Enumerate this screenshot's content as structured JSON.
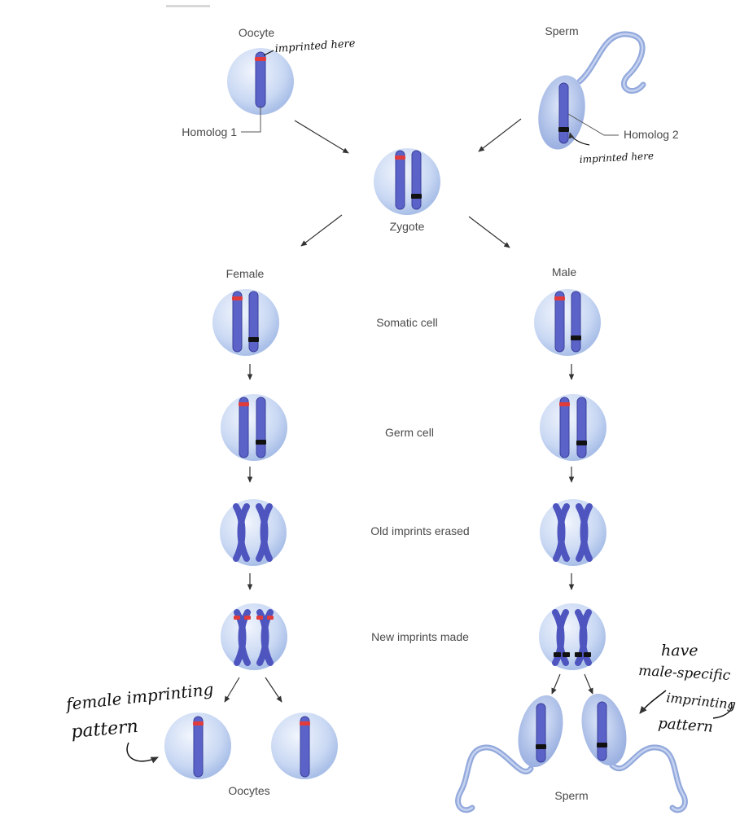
{
  "labels": {
    "oocyte_top": "Oocyte",
    "sperm_top": "Sperm",
    "homolog1": "Homolog 1",
    "homolog2": "Homolog 2",
    "zygote": "Zygote",
    "female": "Female",
    "male": "Male",
    "somatic_cell": "Somatic cell",
    "germ_cell": "Germ cell",
    "old_imprints_erased": "Old imprints erased",
    "new_imprints_made": "New imprints made",
    "oocytes_bottom": "Oocytes",
    "sperm_bottom": "Sperm"
  },
  "annotations": {
    "imprinted_here_oocyte": "imprinted here",
    "imprinted_here_sperm": "imprinted here",
    "female_pattern_line1": "female imprinting",
    "female_pattern_line2": "pattern",
    "male_pattern_line1": "have",
    "male_pattern_line2": "male-specific",
    "male_pattern_line3": "imprinting",
    "male_pattern_line4": "pattern"
  },
  "colors": {
    "maternal_imprint": "#e23b3b",
    "paternal_imprint": "#111111",
    "chromosome": "#5b63c9",
    "cell": "#c7d6f2"
  }
}
